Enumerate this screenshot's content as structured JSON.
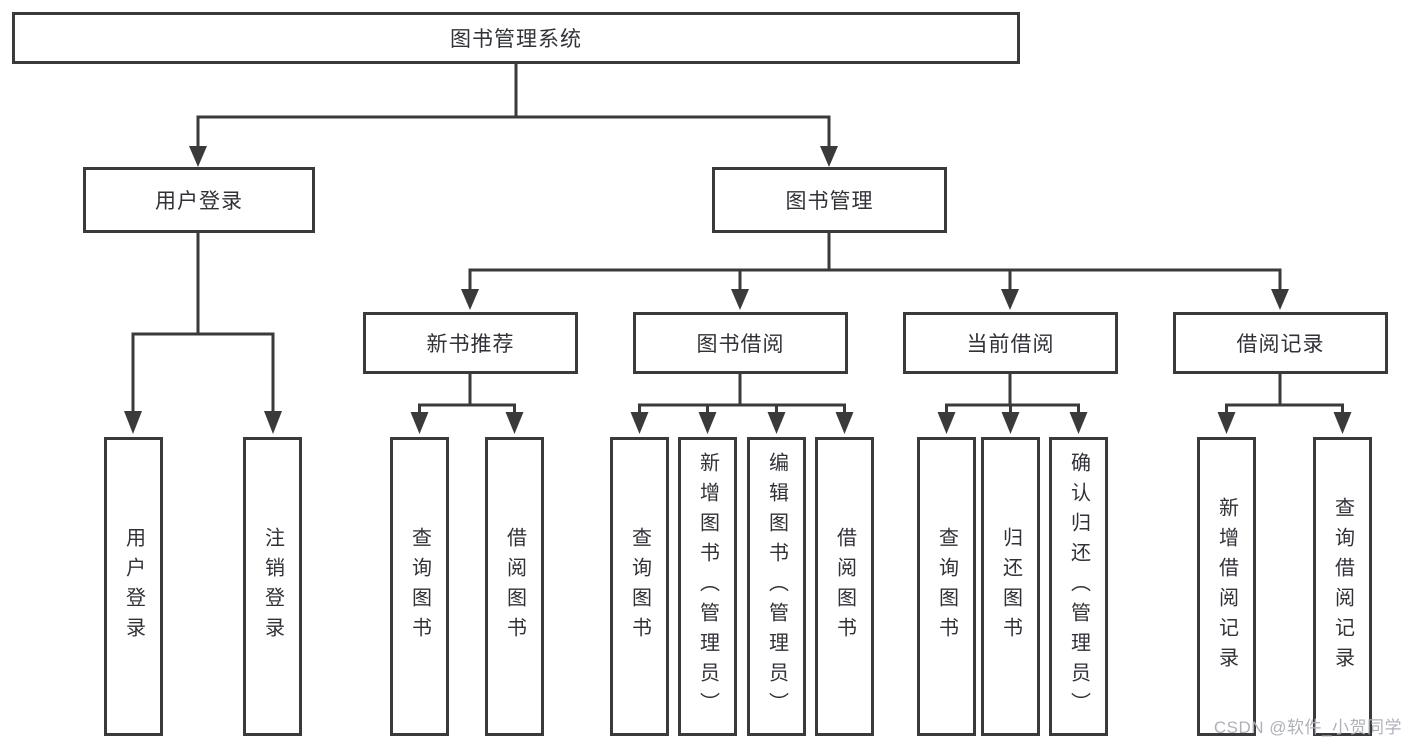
{
  "diagram": {
    "root": {
      "label": "图书管理系统"
    },
    "level2": [
      {
        "label": "用户登录"
      },
      {
        "label": "图书管理"
      }
    ],
    "level3": [
      {
        "label": "新书推荐"
      },
      {
        "label": "图书借阅"
      },
      {
        "label": "当前借阅"
      },
      {
        "label": "借阅记录"
      }
    ],
    "leaves": [
      {
        "label": "用户登录"
      },
      {
        "label": "注销登录"
      },
      {
        "label": "查询图书"
      },
      {
        "label": "借阅图书"
      },
      {
        "label": "查询图书"
      },
      {
        "label": "新增图书（管理员）"
      },
      {
        "label": "编辑图书（管理员）"
      },
      {
        "label": "借阅图书"
      },
      {
        "label": "查询图书"
      },
      {
        "label": "归还图书"
      },
      {
        "label": "确认归还（管理员）"
      },
      {
        "label": "新增借阅记录"
      },
      {
        "label": "查询借阅记录"
      }
    ],
    "colors": {
      "line": "#3a3a3a",
      "box_border": "#3a3a3a",
      "text": "#303238",
      "background": "#ffffff",
      "watermark_text": "#aeb1b8"
    }
  },
  "watermark": {
    "text": "CSDN @软件_小贺同学"
  }
}
